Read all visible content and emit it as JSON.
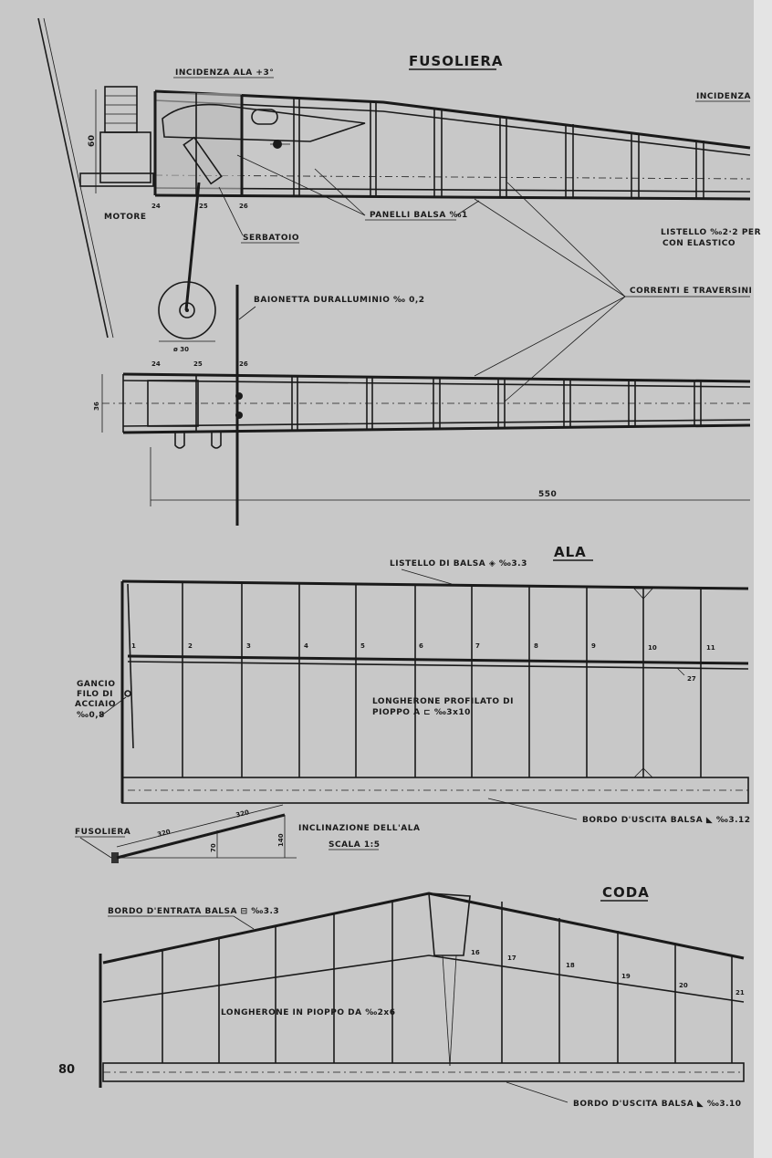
{
  "fusoliera": {
    "title": "FUSOLIERA",
    "incidenza_ala": "INCIDENZA ALA +3°",
    "incidenza": "INCIDENZA",
    "engine_height": "60",
    "motore": "MOTORE",
    "frames": [
      "24",
      "25",
      "26"
    ],
    "serbatoio": "SERBATOIO",
    "panelli": "PANELLI BALSA ‰1",
    "listello_1": "LISTELLO ‰2·2 PER",
    "listello_2": "CON ELASTICO",
    "correnti": "CORRENTI E TRAVERSINI",
    "baionetta": "BAIONETTA DURALLUMINIO ‰ 0,2",
    "wheel_diameter": "ø 30",
    "top_frames": [
      "24",
      "25",
      "26"
    ],
    "width_dim": "36",
    "length_dim": "550"
  },
  "ala": {
    "title": "ALA",
    "listello": "LISTELLO DI BALSA ◈ ‰3.3",
    "ribs": [
      "1",
      "2",
      "3",
      "4",
      "5",
      "6",
      "7",
      "8",
      "9",
      "10",
      "11"
    ],
    "spar_joint": "27",
    "gancio": [
      "GANCIO",
      "FILO DI",
      "ACCIAIO",
      "‰0,8"
    ],
    "longherone_1": "LONGHERONE  PROFILATO DI",
    "longherone_2": "PIOPPO A ⊏ ‰3x10",
    "bordo_uscita": "BORDO D'USCITA BALSA ◣ ‰3.12"
  },
  "dihedral": {
    "fusoliera": "FUSOLIERA",
    "seg1": "320",
    "seg2": "320",
    "h1": "70",
    "h2": "140",
    "title": "INCLINAZIONE DELL'ALA",
    "scale": "SCALA 1:5"
  },
  "coda": {
    "title": "CODA",
    "bordo_entrata": "BORDO D'ENTRATA BALSA ⊟ ‰3.3",
    "longherone": "LONGHERONE IN PIOPPO DA ‰2x6",
    "ribs": [
      "16",
      "17",
      "18",
      "19",
      "20",
      "21"
    ],
    "bordo_uscita": "BORDO D'USCITA BALSA ◣ ‰3.10"
  },
  "page_number": "80"
}
